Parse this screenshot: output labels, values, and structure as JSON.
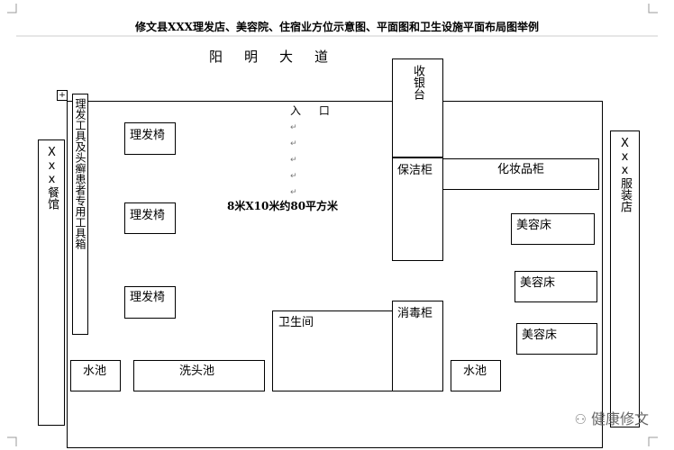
{
  "title": "修文县XXX理发店、美容院、住宿业方位示意图、平面图和卫生设施平面布局图举例",
  "road": "阳明大道",
  "entrance": "入 口",
  "area": "8米X10米约80平方米",
  "tool_cabinet": "理发工具及头癣患者专用工具箱",
  "restaurant": "Xxx餐馆",
  "clothing_store": "Xxx服装店",
  "cashier": "收银台",
  "cleaning_cabinet": "保洁柜",
  "cosmetics_cabinet": "化妆品柜",
  "chairs": [
    "理发椅",
    "理发椅",
    "理发椅"
  ],
  "beds": [
    "美容床",
    "美容床",
    "美容床"
  ],
  "restroom": "卫生间",
  "disinfection_cabinet": "消毒柜",
  "sink_left": "水池",
  "shampoo_sink": "洗头池",
  "sink_right": "水池",
  "watermark": "健康修文",
  "para_mark": "↵"
}
